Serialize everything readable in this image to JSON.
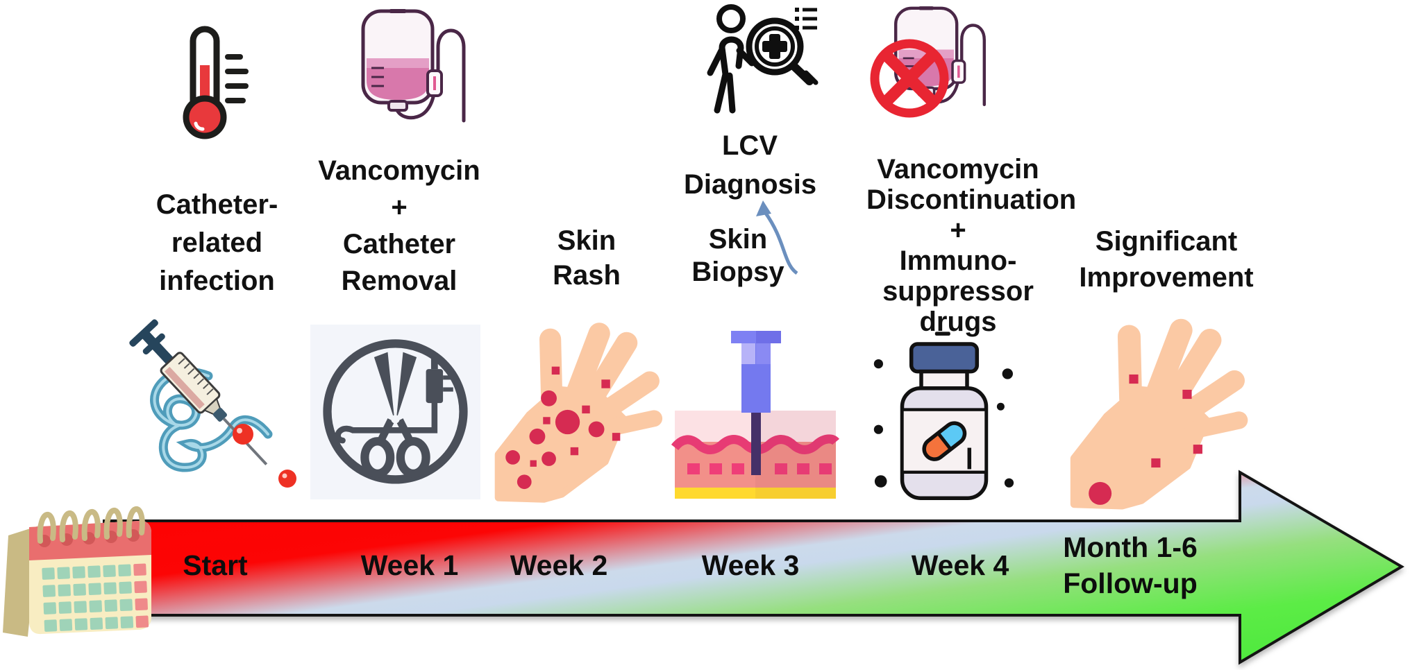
{
  "figure_type": "clinical-case-timeline-diagram",
  "stages": [
    {
      "key": "catheter-related-infection",
      "top_icon": "thermometer-icon",
      "lines": [
        "Catheter-",
        "related",
        "infection"
      ],
      "bottom_icon": "catheter-syringe-icon"
    },
    {
      "key": "vancomycin-catheter-removal",
      "top_icon": "iv-bag-icon",
      "lines": [
        "Vancomycin",
        "+",
        "Catheter",
        "Removal"
      ],
      "bottom_icon": "catheter-removal-scissors-icon"
    },
    {
      "key": "skin-rash",
      "lines": [
        "Skin",
        "Rash"
      ],
      "bottom_icon": "rash-hand-icon"
    },
    {
      "key": "lcv-diagnosis",
      "top_icon": "patient-examination-magnifier-icon",
      "lines": [
        "LCV",
        "Diagnosis"
      ],
      "sub_lines": [
        "Skin",
        "Biopsy"
      ],
      "connector": "biopsy-to-diagnosis-arrow",
      "bottom_icon": "skin-biopsy-icon"
    },
    {
      "key": "vancomycin-discontinuation",
      "top_icon": "iv-bag-stopped-icon",
      "lines": [
        "Vancomycin",
        "Discontinuation",
        "+",
        "Immuno-",
        "suppressor",
        "drugs"
      ],
      "bottom_icon": "immunosuppressor-pill-bottle-icon"
    },
    {
      "key": "significant-improvement",
      "lines": [
        "Significant",
        "Improvement"
      ],
      "bottom_icon": "improved-hand-icon"
    }
  ],
  "timeline": {
    "icon": "calendar-icon",
    "labels": [
      {
        "line1": "Start",
        "line2": ""
      },
      {
        "line1": "Week 1",
        "line2": ""
      },
      {
        "line1": "Week 2",
        "line2": ""
      },
      {
        "line1": "Week 3",
        "line2": ""
      },
      {
        "line1": "Week 4",
        "line2": ""
      },
      {
        "line1": "Month 1-6",
        "line2": "Follow-up"
      }
    ],
    "gradient_colors": [
      "#ff0000",
      "#cbd9ec",
      "#55e93f"
    ],
    "outline_color": "#141414"
  },
  "palette": {
    "text_color": "#111111",
    "fever_red": "#e8393c",
    "iv_fluid_pink": "#d878ab",
    "iv_outline": "#4a2747",
    "stop_red": "#e82532",
    "rash_spot_red": "#d62b52",
    "skin_tone": "#fbc9a4",
    "scissors_gray": "#4a4f59",
    "biopsy_purple": "#7479ef",
    "pill_cap_blue": "#4a6298",
    "capsule_orange": "#f4733c",
    "capsule_blue": "#5cc9f5",
    "calendar_cream": "#f8edc2",
    "calendar_band_red": "#e96e6e",
    "annotation_arrow_blue": "#6b8fbe"
  }
}
